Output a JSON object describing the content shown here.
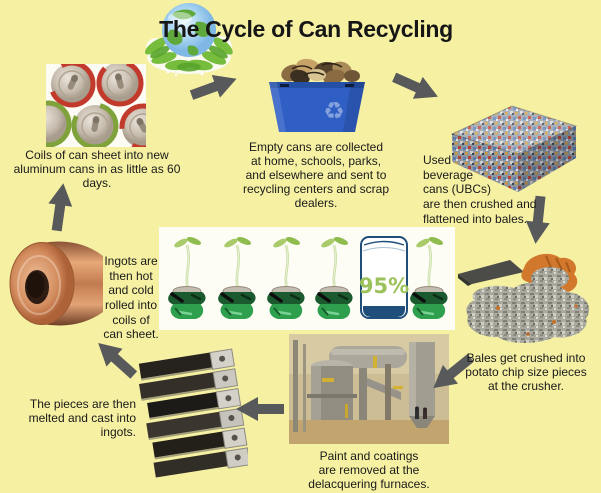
{
  "title": "The Cycle of Can Recycling",
  "logo_icon": "earth-globe-with-leaves",
  "colors": {
    "background": "#F5F0A2",
    "arrow": "#58595B",
    "bin_blue": "#2F5FC5",
    "percent_green": "#9BC25A",
    "percent_can_navy": "#1E4E79"
  },
  "icons": {
    "recycle_symbol": "♻"
  },
  "center": {
    "percent_label": "95%",
    "image": "crushed-cans-with-plant-sprouts"
  },
  "stages": {
    "new_cans": {
      "image": "aluminum-can-tops",
      "caption": [
        "Coils of can sheet into new",
        "aluminum cans in as little as 60 days."
      ]
    },
    "collection": {
      "image": "blue-recycling-bin-of-cans",
      "caption": [
        "Empty cans are collected",
        "at home, schools, parks,",
        "and elsewhere and sent to",
        "recycling centers and scrap",
        "dealers."
      ]
    },
    "bales": {
      "image": "bale-of-crushed-cans",
      "caption": [
        "Used",
        "beverage",
        "cans (UBCs)",
        "are then crushed and",
        "flattened into bales."
      ]
    },
    "crusher": {
      "image": "shredded-can-pieces-in-gloved-hand",
      "caption": [
        "Bales get crushed into",
        "potato chip size pieces",
        "at the crusher."
      ]
    },
    "delacquering": {
      "image": "delacquering-furnace-plant",
      "caption": [
        "Paint and coatings",
        "are removed at the",
        "delacquering furnaces."
      ]
    },
    "ingots": {
      "image": "stacked-cast-ingots",
      "caption": [
        "The pieces are then",
        "melted and cast into",
        "ingots."
      ]
    },
    "rolling": {
      "image": "copper-coil-of-can-sheet",
      "caption": [
        "Ingots are",
        "then hot",
        "and cold",
        "rolled into",
        "coils of",
        "can sheet."
      ]
    }
  },
  "flow": [
    {
      "from": "new_cans",
      "to": "collection"
    },
    {
      "from": "collection",
      "to": "bales"
    },
    {
      "from": "bales",
      "to": "crusher"
    },
    {
      "from": "crusher",
      "to": "delacquering"
    },
    {
      "from": "delacquering",
      "to": "ingots"
    },
    {
      "from": "ingots",
      "to": "rolling"
    },
    {
      "from": "rolling",
      "to": "new_cans"
    }
  ]
}
